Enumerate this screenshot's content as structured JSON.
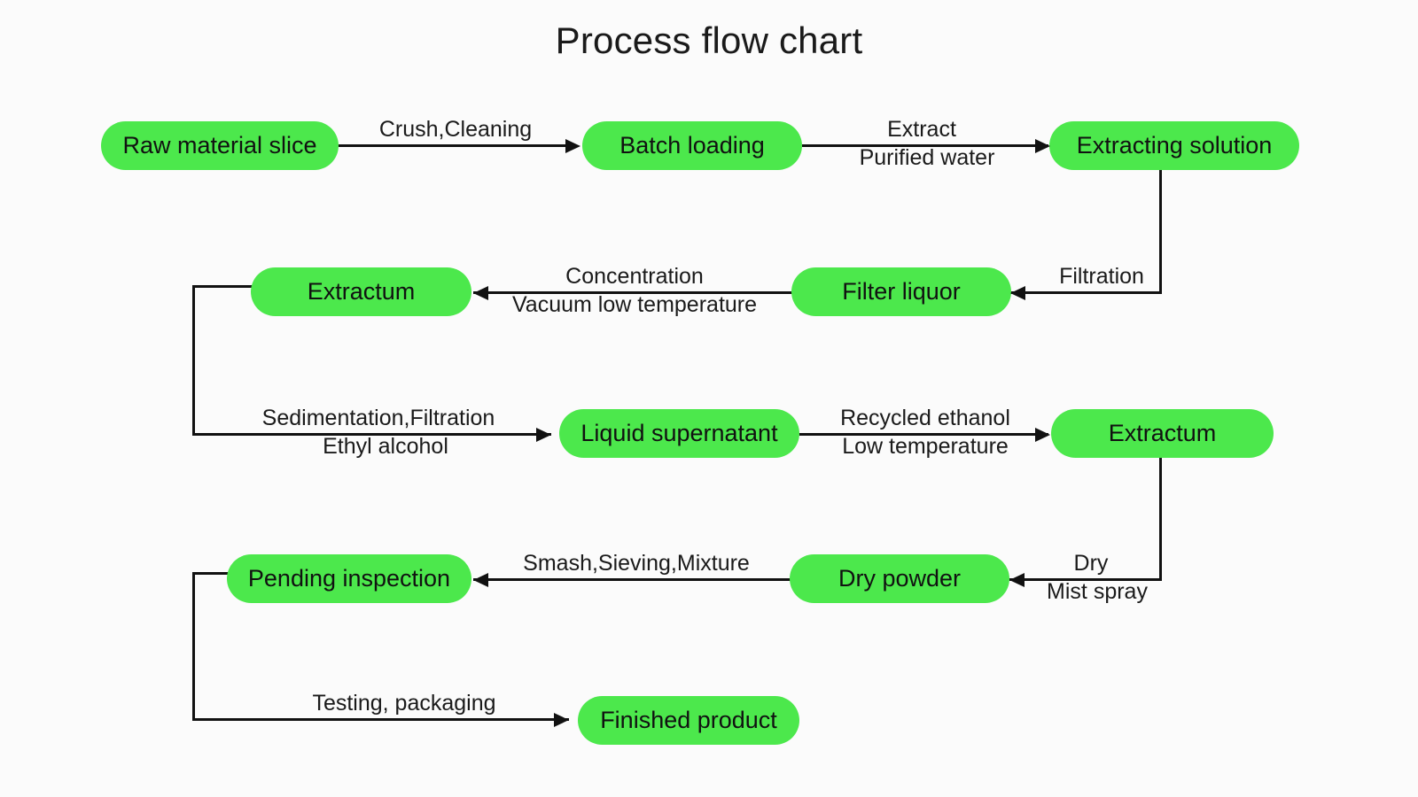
{
  "chart_data": {
    "type": "diagram",
    "title": "Process flow chart",
    "diagram_kind": "process-flowchart",
    "node_fill_color": "#4ce84c",
    "line_color": "#111111",
    "background_color": "#fbfbfb",
    "nodes": [
      {
        "id": "raw-material-slice",
        "label": "Raw material slice",
        "row": 1
      },
      {
        "id": "batch-loading",
        "label": "Batch loading",
        "row": 1
      },
      {
        "id": "extracting-solution",
        "label": "Extracting solution",
        "row": 1
      },
      {
        "id": "filter-liquor",
        "label": "Filter liquor",
        "row": 2
      },
      {
        "id": "extractum-1",
        "label": "Extractum",
        "row": 2
      },
      {
        "id": "liquid-supernatant",
        "label": "Liquid supernatant",
        "row": 3
      },
      {
        "id": "extractum-2",
        "label": "Extractum",
        "row": 3
      },
      {
        "id": "dry-powder",
        "label": "Dry powder",
        "row": 4
      },
      {
        "id": "pending-inspection",
        "label": "Pending inspection",
        "row": 4
      },
      {
        "id": "finished-product",
        "label": "Finished product",
        "row": 5
      }
    ],
    "edges": [
      {
        "from": "raw-material-slice",
        "to": "batch-loading",
        "above": "Crush,Cleaning",
        "below": ""
      },
      {
        "from": "batch-loading",
        "to": "extracting-solution",
        "above": "Extract",
        "below": "Purified water"
      },
      {
        "from": "extracting-solution",
        "to": "filter-liquor",
        "above": "Filtration",
        "below": ""
      },
      {
        "from": "filter-liquor",
        "to": "extractum-1",
        "above": "Concentration",
        "below": "Vacuum low temperature"
      },
      {
        "from": "extractum-1",
        "to": "liquid-supernatant",
        "above": "Sedimentation,Filtration",
        "below": "Ethyl alcohol"
      },
      {
        "from": "liquid-supernatant",
        "to": "extractum-2",
        "above": "Recycled ethanol",
        "below": "Low temperature"
      },
      {
        "from": "extractum-2",
        "to": "dry-powder",
        "above": "Dry",
        "below": "Mist spray"
      },
      {
        "from": "dry-powder",
        "to": "pending-inspection",
        "above": "Smash,Sieving,Mixture",
        "below": ""
      },
      {
        "from": "pending-inspection",
        "to": "finished-product",
        "above": "Testing, packaging",
        "below": ""
      }
    ]
  },
  "title": "Process flow chart",
  "nodes": {
    "raw_material_slice": "Raw material slice",
    "batch_loading": "Batch loading",
    "extracting_solution": "Extracting solution",
    "filter_liquor": "Filter liquor",
    "extractum_1": "Extractum",
    "liquid_supernatant": "Liquid supernatant",
    "extractum_2": "Extractum",
    "dry_powder": "Dry powder",
    "pending_inspection": "Pending inspection",
    "finished_product": "Finished product"
  },
  "labels": {
    "crush_cleaning": "Crush,Cleaning",
    "extract": "Extract",
    "purified_water": "Purified water",
    "filtration": "Filtration",
    "concentration": "Concentration",
    "vacuum_low_temperature": "Vacuum low temperature",
    "sedimentation_filtration": "Sedimentation,Filtration",
    "ethyl_alcohol": "Ethyl alcohol",
    "recycled_ethanol": "Recycled ethanol",
    "low_temperature": "Low temperature",
    "dry": "Dry",
    "mist_spray": "Mist spray",
    "smash_sieving_mixture": "Smash,Sieving,Mixture",
    "testing_packaging": "Testing, packaging"
  }
}
